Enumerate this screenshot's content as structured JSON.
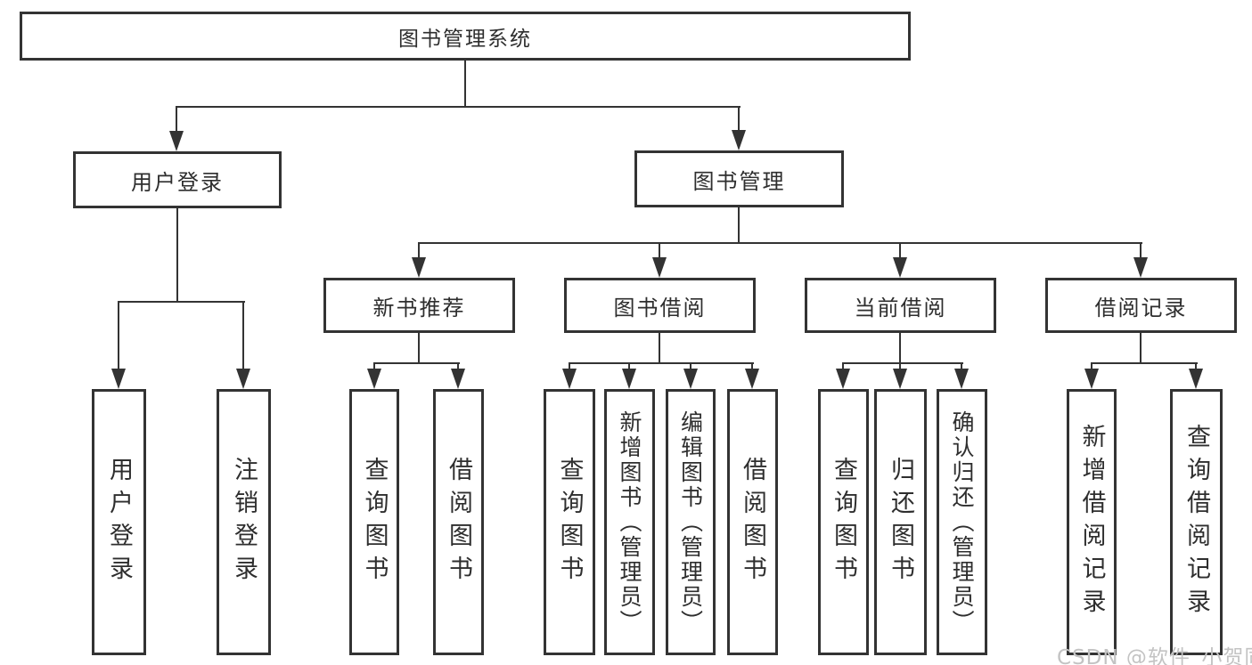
{
  "watermark": "CSDN @软件_小贺同学",
  "tree": {
    "root": "图书管理系统",
    "branches": [
      {
        "label": "用户登录",
        "children": [
          "用户登录",
          "注销登录"
        ]
      },
      {
        "label": "图书管理",
        "children": [
          {
            "label": "新书推荐",
            "children": [
              "查询图书",
              "借阅图书"
            ]
          },
          {
            "label": "图书借阅",
            "children": [
              "查询图书",
              "新增图书（管理员）",
              "编辑图书（管理员）",
              "借阅图书"
            ]
          },
          {
            "label": "当前借阅",
            "children": [
              "查询图书",
              "归还图书",
              "确认归还（管理员）"
            ]
          },
          {
            "label": "借阅记录",
            "children": [
              "新增借阅记录",
              "查询借阅记录"
            ]
          }
        ]
      }
    ]
  }
}
